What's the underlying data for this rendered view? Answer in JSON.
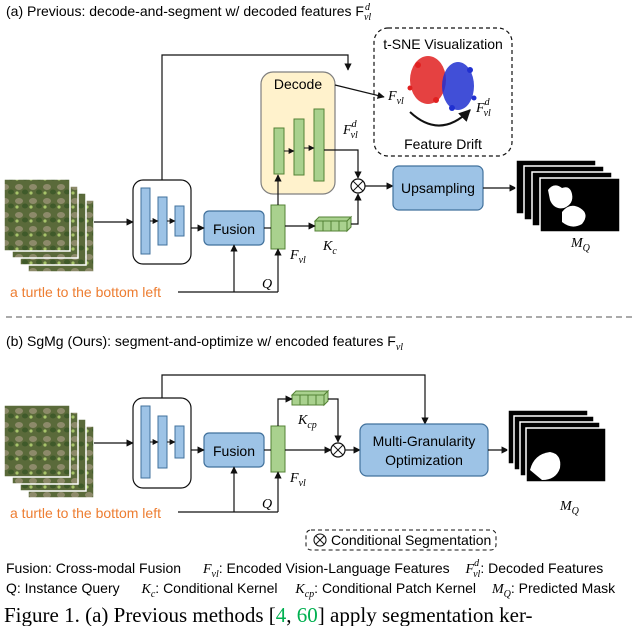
{
  "panel_a": {
    "title": "(a) Previous: decode-and-segment w/ decoded features F",
    "title_sup": "d",
    "title_sub": "vl",
    "decode_label": "Decode",
    "fusion_label": "Fusion",
    "upsampling_label": "Upsampling",
    "tsne_title": "t-SNE Visualization",
    "feature_drift": "Feature Drift",
    "fvl_label": "F",
    "fvl_sub": "vl",
    "fvld_sup": "d",
    "kc_label": "K",
    "kc_sub": "c",
    "q_label": "Q",
    "mq_label": "M",
    "mq_sub": "Q",
    "text_query": "a turtle to the bottom left"
  },
  "panel_b": {
    "title": "(b) SgMg (Ours): segment-and-optimize w/ encoded features F",
    "title_sub": "vl",
    "fusion_label": "Fusion",
    "mgo_line1": "Multi-Granularity",
    "mgo_line2": "Optimization",
    "kcp_label": "K",
    "kcp_sub": "cp",
    "fvl_label": "F",
    "fvl_sub": "vl",
    "q_label": "Q",
    "mq_label": "M",
    "mq_sub": "Q",
    "text_query": "a turtle to the bottom left",
    "cond_seg": "Conditional Segmentation"
  },
  "legend": {
    "row1": [
      "Fusion: Cross-modal Fusion",
      ": Encoded Vision-Language Features",
      ": Decoded Features"
    ],
    "row2": [
      "Q: Instance Query",
      ": Conditional Kernel",
      ": Conditional Patch Kernel",
      ": Predicted Mask"
    ]
  },
  "caption": "Figure 1. (a) Previous methods [4, 60] apply segmentation ker-",
  "caption_parts": {
    "prefix": "Figure 1. (a) Previous methods [",
    "ref1": "4",
    "sep": ", ",
    "ref2": "60",
    "suffix": "] apply segmentation ker-"
  },
  "colors": {
    "block_blue": "#9dc3e6",
    "block_stroke": "#41719c",
    "feature_green": "#a9d18e",
    "feature_green_stroke": "#548235",
    "decode_bg": "#fff2cc",
    "decode_stroke": "#7f7f7f",
    "query_orange": "#ed7d31",
    "ref_green": "#00b050"
  }
}
